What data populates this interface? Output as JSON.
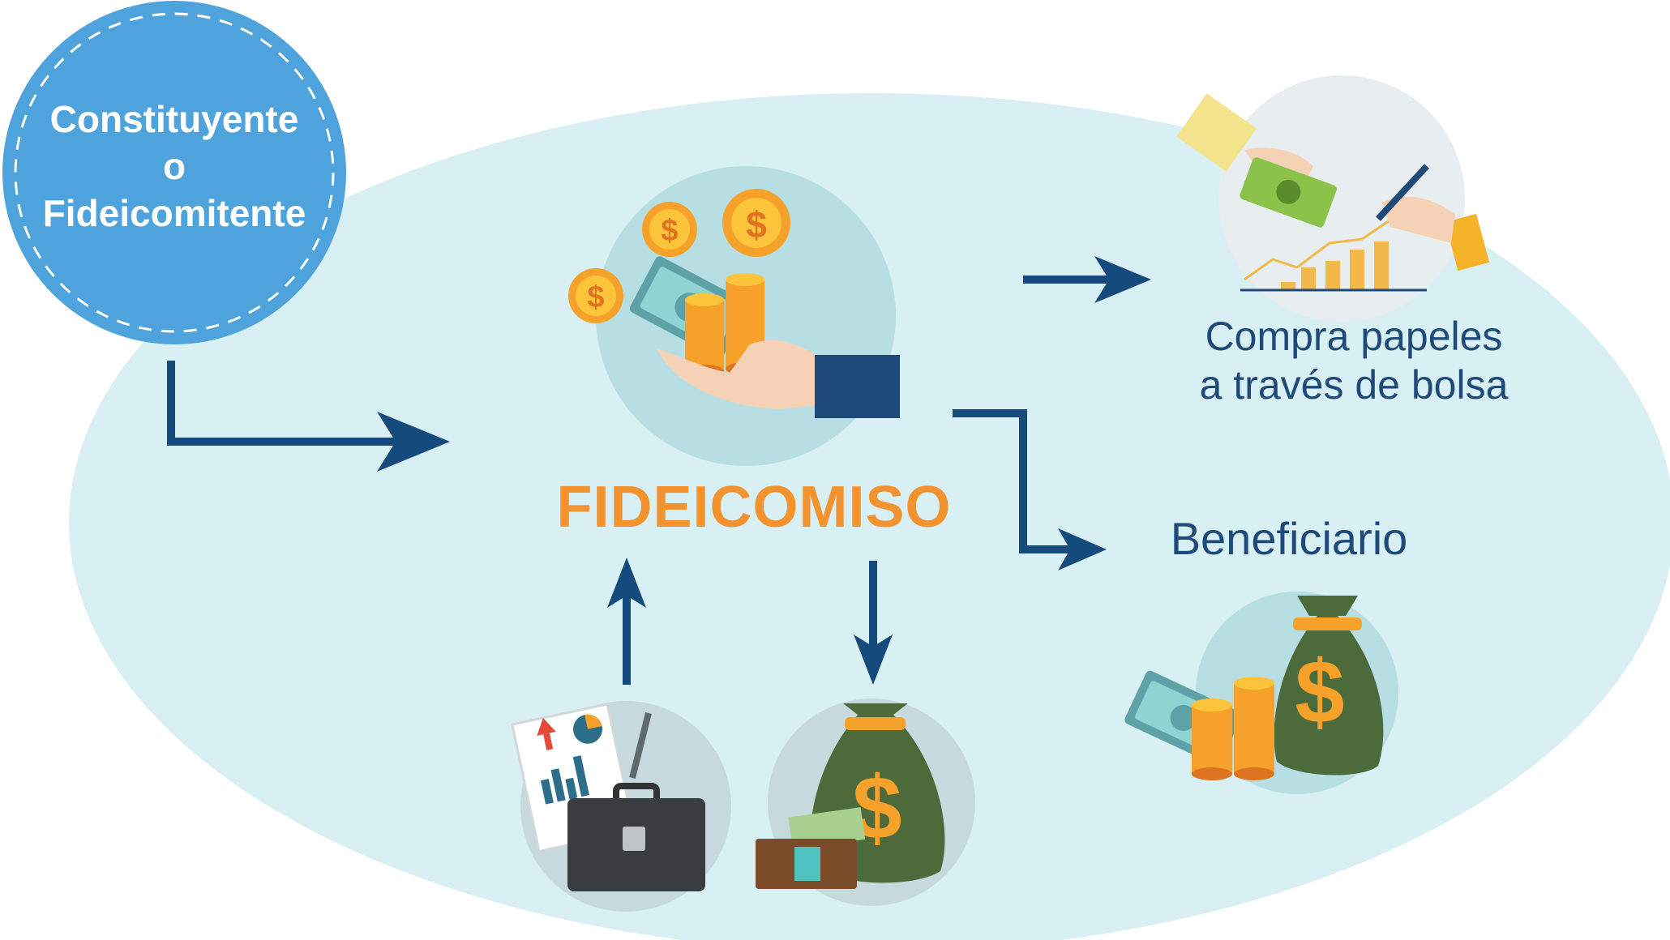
{
  "nodes": {
    "constituyente": {
      "lines": [
        "Constituyente",
        "o",
        "Fideicomitente"
      ]
    },
    "fideicomiso": {
      "label": "FIDEICOMISO"
    },
    "compra": {
      "lines": [
        "Compra papeles",
        "a través de bolsa"
      ]
    },
    "beneficiario": {
      "label": "Beneficiario"
    }
  },
  "icons": [
    "coins-cash-hand-icon",
    "stock-trading-hands-icon",
    "money-bag-coins-icon",
    "business-report-briefcase-icon",
    "money-bag-wallet-icon"
  ],
  "colors": {
    "background_ellipse": "#d8eff3",
    "constituyente_circle": "#4fa3dc",
    "arrow": "#144a7c",
    "fideicomiso_text": "#f2932f",
    "label_text": "#1d4a78",
    "coin": "#f5a12a",
    "bag": "#4c6a3a"
  }
}
